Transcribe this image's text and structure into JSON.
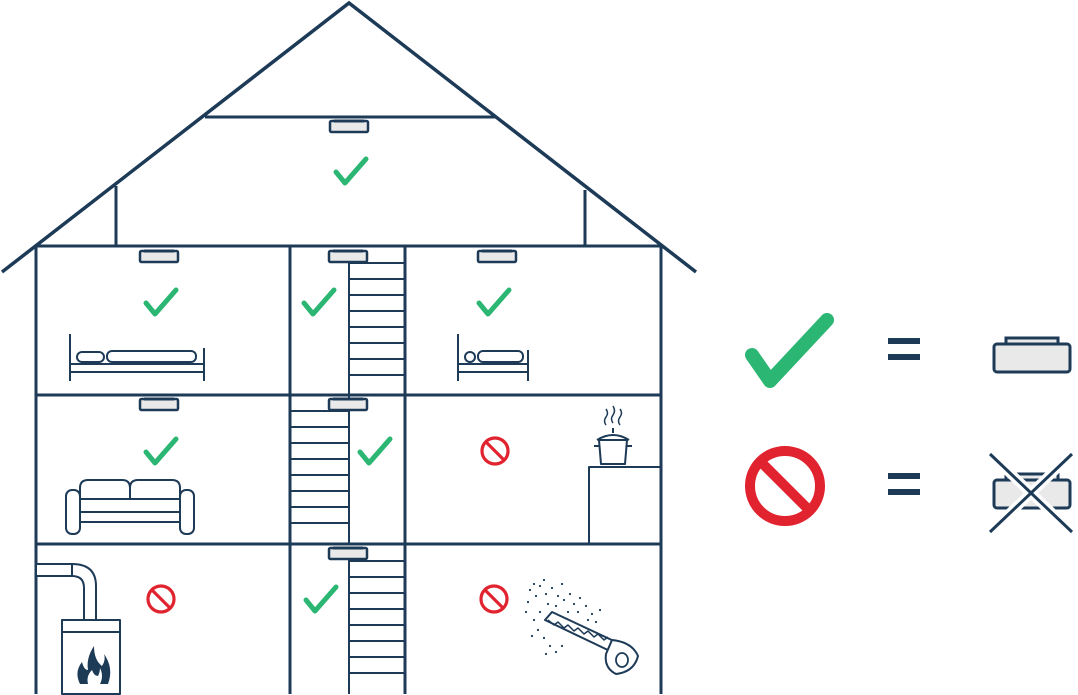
{
  "colors": {
    "outline": "#1d3a57",
    "check": "#2bb673",
    "no": "#e0232e",
    "detector_fill": "#e9e9ea",
    "flame": "#1d3a57",
    "background": "#ffffff"
  },
  "legend": {
    "rows": [
      {
        "symbol": "check-icon",
        "equals": "=",
        "device": "smoke-detector-icon"
      },
      {
        "symbol": "prohibited-icon",
        "equals": "=",
        "device": "no-detector-icon"
      }
    ]
  },
  "rooms": [
    {
      "id": "attic",
      "detector": true,
      "status": "check",
      "furniture": "none"
    },
    {
      "id": "bedroom-left",
      "detector": true,
      "status": "check",
      "furniture": "double-bed-icon"
    },
    {
      "id": "stair-top",
      "detector": true,
      "status": "check",
      "furniture": "stairs"
    },
    {
      "id": "bedroom-right",
      "detector": true,
      "status": "check",
      "furniture": "single-bed-icon"
    },
    {
      "id": "living-room",
      "detector": true,
      "status": "check",
      "furniture": "sofa-icon"
    },
    {
      "id": "stair-middle",
      "detector": true,
      "status": "check",
      "furniture": "stairs"
    },
    {
      "id": "kitchen",
      "detector": false,
      "status": "prohibited",
      "furniture": "cooking-pot-icon"
    },
    {
      "id": "boiler-room",
      "detector": false,
      "status": "prohibited",
      "furniture": "boiler-flame-icon"
    },
    {
      "id": "stair-bottom",
      "detector": true,
      "status": "check",
      "furniture": "stairs"
    },
    {
      "id": "workshop",
      "detector": false,
      "status": "prohibited",
      "furniture": "saw-dust-icon"
    }
  ]
}
